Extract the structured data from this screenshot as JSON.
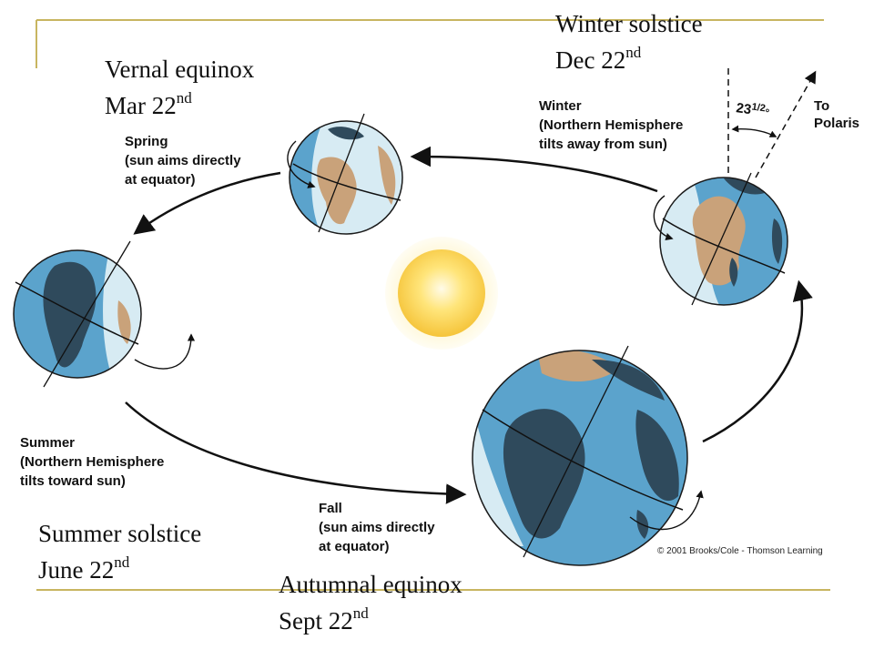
{
  "captions": {
    "winter": {
      "line1": "Winter solstice",
      "line2": "Dec 22",
      "sup": "nd"
    },
    "vernal": {
      "line1": "Vernal equinox",
      "line2": "Mar 22",
      "sup": "nd"
    },
    "summer": {
      "line1": "Summer solstice",
      "line2": "June 22",
      "sup": "nd"
    },
    "autumnal": {
      "line1": "Autumnal equinox",
      "line2": "Sept 22",
      "sup": "nd"
    }
  },
  "labels": {
    "winter": [
      "Winter",
      "(Northern Hemisphere",
      "tilts away from sun)"
    ],
    "spring": [
      "Spring",
      "(sun aims directly",
      "at equator)"
    ],
    "summer": [
      "Summer",
      "(Northern Hemisphere",
      "tilts toward sun)"
    ],
    "fall": [
      "Fall",
      "(sun aims directly",
      "at equator)"
    ],
    "tilt_angle": "23",
    "tilt_fraction": "1/2",
    "tilt_degree": "°",
    "polaris": [
      "To",
      "Polaris"
    ],
    "copyright": "© 2001 Brooks/Cole - Thomson Learning"
  },
  "colors": {
    "frame_line": "#c8b560",
    "ocean_lit": "#d7ebf3",
    "ocean_dark": "#5ba3cc",
    "land_lit": "#c9a27a",
    "land_dark": "#2f4a5c",
    "sun_core": "#ffd84a",
    "sun_glow": "#fff6d0"
  }
}
